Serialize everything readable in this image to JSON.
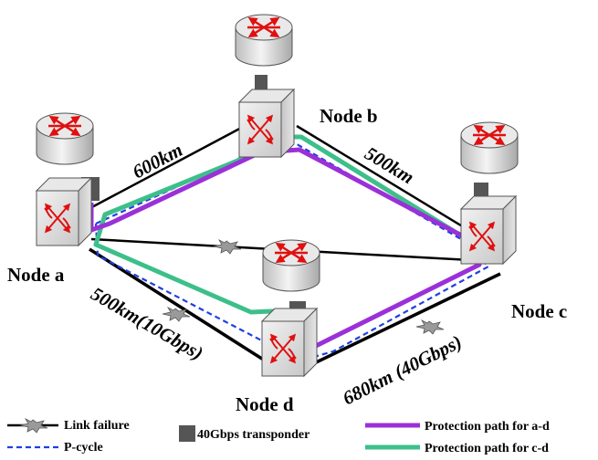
{
  "nodes": {
    "a": {
      "label": "Node a"
    },
    "b": {
      "label": "Node b"
    },
    "c": {
      "label": "Node c"
    },
    "d": {
      "label": "Node d"
    }
  },
  "links": {
    "ab": {
      "label": "600km"
    },
    "bc": {
      "label": "500km"
    },
    "ad": {
      "label": "500km(10Gbps)"
    },
    "dc": {
      "label": "680km (40Gbps)"
    }
  },
  "legend": {
    "link_failure": "Link failure",
    "p_cycle": "P-cycle",
    "transponder": "40Gbps transponder",
    "protection_ad": "Protection path for a-d",
    "protection_cd": "Protection path for c-d"
  },
  "colors": {
    "protection_ad": "#9b30d9",
    "protection_cd": "#3dbf8a",
    "p_cycle": "#1f3fe0",
    "router_arrow": "#e01010"
  }
}
